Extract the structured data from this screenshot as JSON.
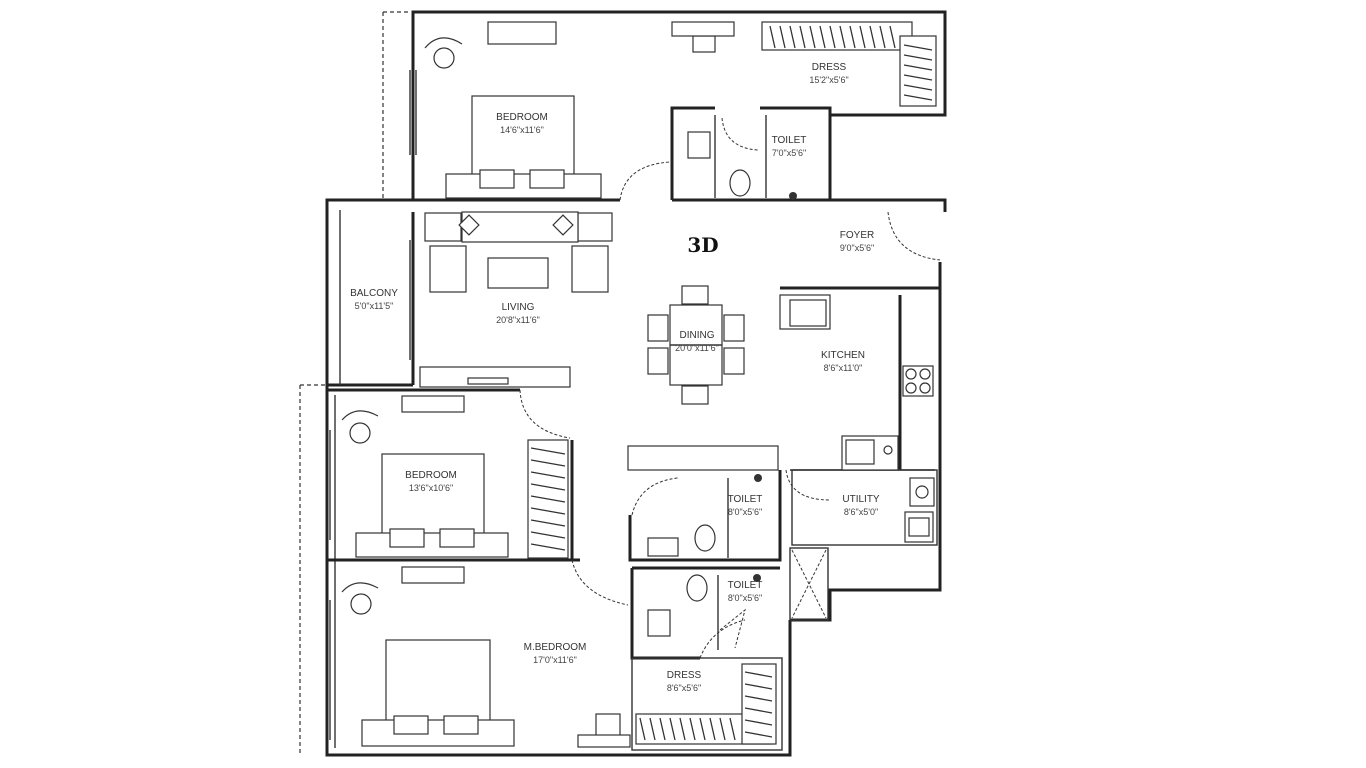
{
  "badge": "3D",
  "rooms": [
    {
      "id": "bedroom-top",
      "name": "BEDROOM",
      "size": "14'6\"x11'6\""
    },
    {
      "id": "dress-top",
      "name": "DRESS",
      "size": "15'2\"x5'6\""
    },
    {
      "id": "toilet-top",
      "name": "TOILET",
      "size": "7'0\"x5'6\""
    },
    {
      "id": "foyer",
      "name": "FOYER",
      "size": "9'0\"x5'6\""
    },
    {
      "id": "balcony",
      "name": "BALCONY",
      "size": "5'0\"x11'5\""
    },
    {
      "id": "living",
      "name": "LIVING",
      "size": "20'8\"x11'6\""
    },
    {
      "id": "dining",
      "name": "DINING",
      "size": "20'0\"x11'6\""
    },
    {
      "id": "kitchen",
      "name": "KITCHEN",
      "size": "8'6\"x11'0\""
    },
    {
      "id": "bedroom-mid",
      "name": "BEDROOM",
      "size": "13'6\"x10'6\""
    },
    {
      "id": "toilet-mid",
      "name": "TOILET",
      "size": "8'0\"x5'6\""
    },
    {
      "id": "utility",
      "name": "UTILITY",
      "size": "8'6\"x5'0\""
    },
    {
      "id": "toilet-low",
      "name": "TOILET",
      "size": "8'0\"x5'6\""
    },
    {
      "id": "m-bedroom",
      "name": "M.BEDROOM",
      "size": "17'0\"x11'6\""
    },
    {
      "id": "dress-low",
      "name": "DRESS",
      "size": "8'6\"x5'6\""
    }
  ]
}
